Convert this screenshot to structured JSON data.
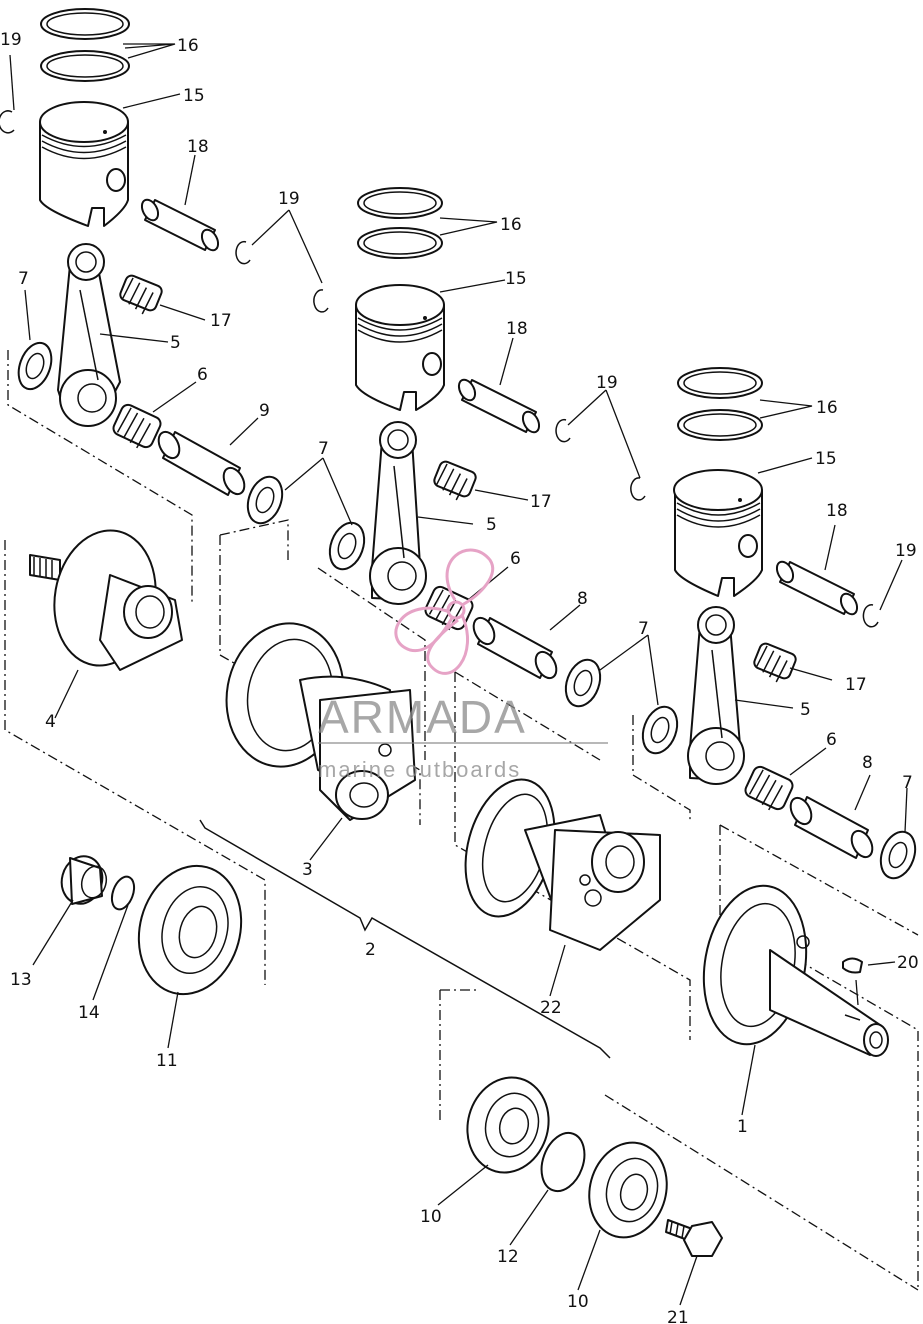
{
  "watermark": {
    "brand": "ARMADA",
    "tagline": "marine outboards",
    "logo_color": "#e6a3c6",
    "text_color": "#8a8a8a"
  },
  "callouts": [
    {
      "id": "c16a",
      "text": "16"
    },
    {
      "id": "c15a",
      "text": "15"
    },
    {
      "id": "c19a",
      "text": "19"
    },
    {
      "id": "c18a",
      "text": "18"
    },
    {
      "id": "c19b",
      "text": "19"
    },
    {
      "id": "c16b",
      "text": "16"
    },
    {
      "id": "c15b",
      "text": "15"
    },
    {
      "id": "c7a",
      "text": "7"
    },
    {
      "id": "c17a",
      "text": "17"
    },
    {
      "id": "c5a",
      "text": "5"
    },
    {
      "id": "c18b",
      "text": "18"
    },
    {
      "id": "c6a",
      "text": "6"
    },
    {
      "id": "c19c",
      "text": "19"
    },
    {
      "id": "c16c",
      "text": "16"
    },
    {
      "id": "c9",
      "text": "9"
    },
    {
      "id": "c7b",
      "text": "7"
    },
    {
      "id": "c17b",
      "text": "17"
    },
    {
      "id": "c15c",
      "text": "15"
    },
    {
      "id": "c5b",
      "text": "5"
    },
    {
      "id": "c18c",
      "text": "18"
    },
    {
      "id": "c19d",
      "text": "19"
    },
    {
      "id": "c6b",
      "text": "6"
    },
    {
      "id": "c8a",
      "text": "8"
    },
    {
      "id": "c7c",
      "text": "7"
    },
    {
      "id": "c17c",
      "text": "17"
    },
    {
      "id": "c4",
      "text": "4"
    },
    {
      "id": "c5c",
      "text": "5"
    },
    {
      "id": "c6c",
      "text": "6"
    },
    {
      "id": "c8b",
      "text": "8"
    },
    {
      "id": "c7d",
      "text": "7"
    },
    {
      "id": "c3",
      "text": "3"
    },
    {
      "id": "c2",
      "text": "2"
    },
    {
      "id": "c13",
      "text": "13"
    },
    {
      "id": "c14",
      "text": "14"
    },
    {
      "id": "c11",
      "text": "11"
    },
    {
      "id": "c22",
      "text": "22"
    },
    {
      "id": "c20",
      "text": "20"
    },
    {
      "id": "c1",
      "text": "1"
    },
    {
      "id": "c10a",
      "text": "10"
    },
    {
      "id": "c12",
      "text": "12"
    },
    {
      "id": "c10b",
      "text": "10"
    },
    {
      "id": "c21",
      "text": "21"
    }
  ]
}
